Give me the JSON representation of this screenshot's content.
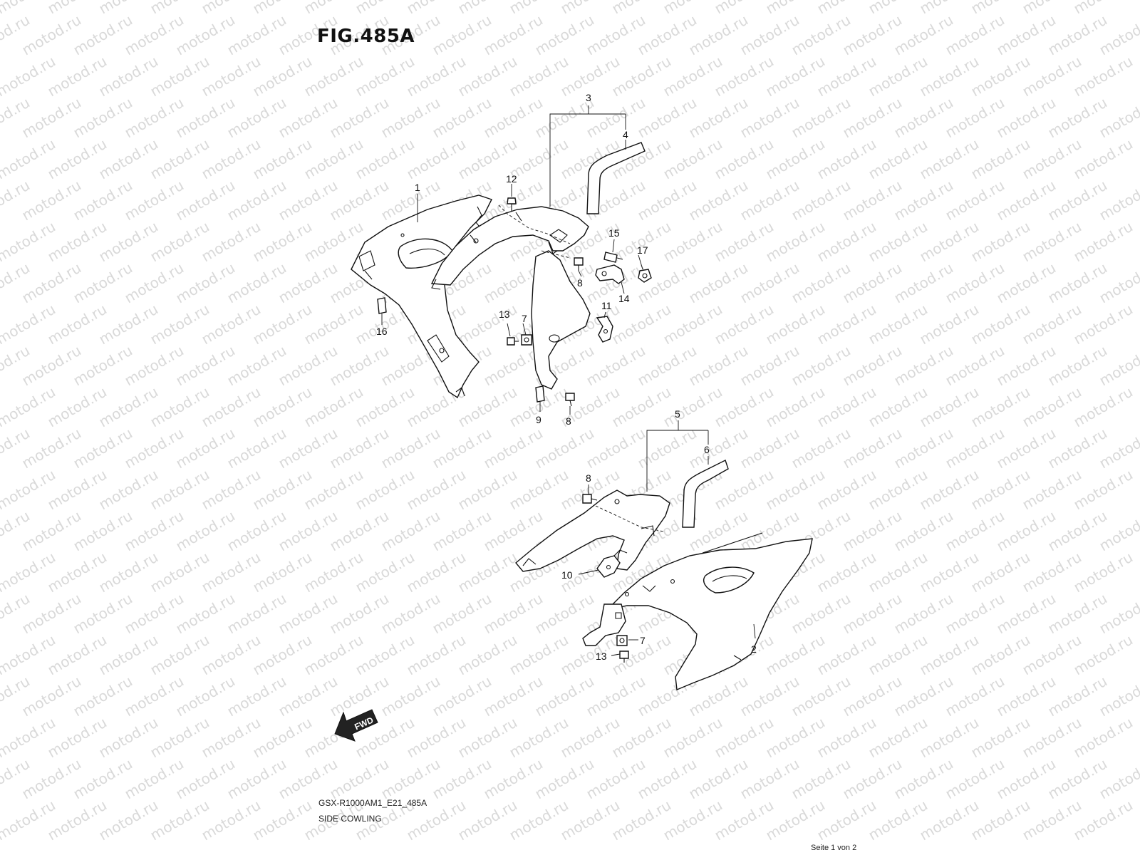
{
  "figure": {
    "title": "FIG.485A",
    "model_code": "GSX-R1000AM1_E21_485A",
    "description": "SIDE COWLING",
    "page_indicator": "Seite 1 von 2",
    "watermark": "motod.ru"
  },
  "direction_arrow": {
    "label": "FWD",
    "icon": "fwd-arrow-icon"
  },
  "callouts": {
    "c1": "1",
    "c2": "2",
    "c3": "3",
    "c4": "4",
    "c5": "5",
    "c6": "6",
    "c7a": "7",
    "c7b": "7",
    "c8a": "8",
    "c8b": "8",
    "c8c": "8",
    "c9": "9",
    "c10": "10",
    "c11": "11",
    "c12": "12",
    "c13a": "13",
    "c13b": "13",
    "c14": "14",
    "c15": "15",
    "c16": "16",
    "c17": "17"
  },
  "colors": {
    "line": "#111111",
    "watermark": "#d9d9d9",
    "background": "#ffffff"
  }
}
